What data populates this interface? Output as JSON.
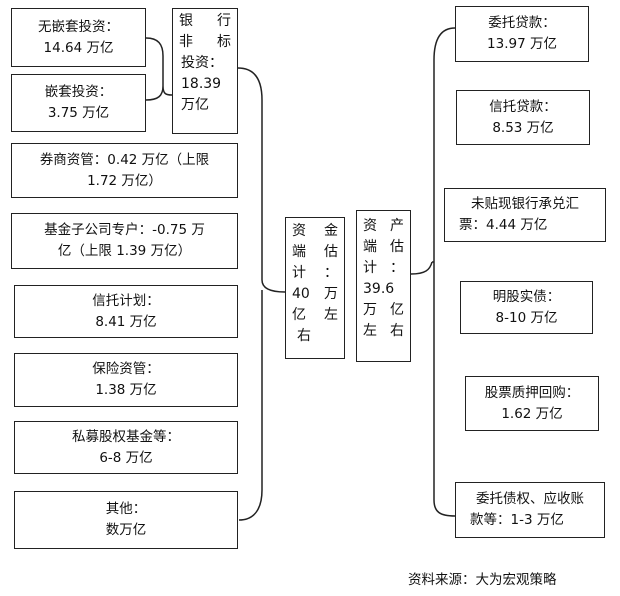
{
  "left_top": [
    {
      "lines": [
        "无嵌套投资：",
        "14.64 万亿"
      ]
    },
    {
      "lines": [
        "嵌套投资：",
        "3.75 万亿"
      ]
    }
  ],
  "bank_wealth": {
    "chars": [
      "银",
      "行",
      "非",
      "标",
      "投资：",
      "18.39",
      "万亿"
    ]
  },
  "left_items": [
    {
      "lines": [
        "券商资管：0.42 万亿（上限",
        "1.72 万亿）"
      ]
    },
    {
      "lines": [
        "基金子公司专户：-0.75 万",
        "亿（上限 1.39 万亿）"
      ]
    },
    {
      "lines": [
        "信托计划：",
        "8.41 万亿"
      ]
    },
    {
      "lines": [
        "保险资管：",
        "1.38 万亿"
      ]
    },
    {
      "lines": [
        "私募股权基金等：",
        "6-8 万亿"
      ]
    },
    {
      "lines": [
        "其他：",
        "数万亿"
      ]
    }
  ],
  "funding_total": {
    "chars": [
      "资",
      "金",
      "端",
      "估",
      "计",
      "：",
      "40",
      "万",
      "亿",
      "左",
      "右"
    ]
  },
  "asset_total": {
    "chars": [
      "资",
      "产",
      "端",
      "估",
      "计",
      "：",
      "39.6",
      "万",
      "亿",
      "左",
      "右"
    ]
  },
  "right_items": [
    {
      "lines": [
        "委托贷款：",
        "13.97 万亿"
      ]
    },
    {
      "lines": [
        "信托贷款：",
        "8.53 万亿"
      ]
    },
    {
      "lines": [
        "未贴现银行承兑汇",
        "票：4.44 万亿"
      ]
    },
    {
      "lines": [
        "明股实债：",
        "8-10 万亿"
      ]
    },
    {
      "lines": [
        "股票质押回购：",
        "1.62 万亿"
      ]
    },
    {
      "lines": [
        "委托债权、应收账",
        "款等：1-3 万亿"
      ]
    }
  ],
  "source": "资料来源：大为宏观策略"
}
